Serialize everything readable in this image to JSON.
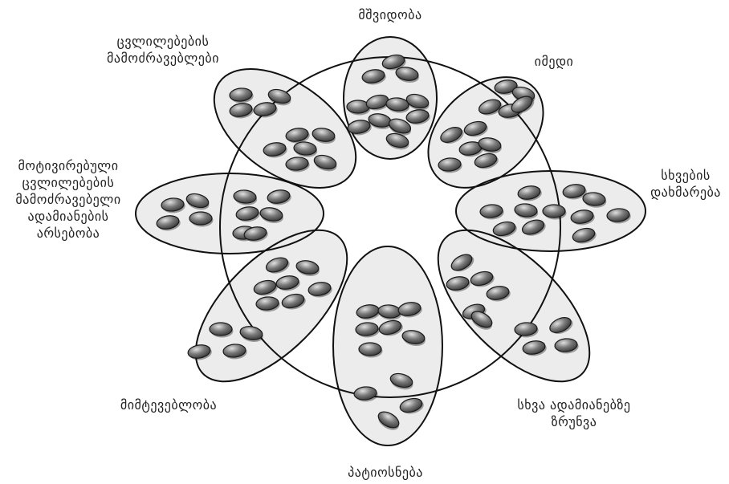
{
  "diagram": {
    "labels": {
      "peace": "მშვიდობა",
      "hope": "იმედი",
      "helping_others": [
        "სხვების",
        "დახმარება"
      ],
      "caring_for_others": [
        "სხვა ადამიანებზე",
        "ზრუნვა"
      ],
      "respect": "პატიოსნება",
      "tolerance": "მიმტევებლობა",
      "motivated_people": [
        "მოტივირებული",
        "ცვლილებების",
        "მამოძრავებელი",
        "ადამიანების",
        "არსებობა"
      ],
      "change_drivers": [
        "ცვლილებების",
        "მამოძრავებლები"
      ]
    },
    "colors": {
      "ellipse_fill": "#ececec",
      "outline": "#111111",
      "bean_dark": "#3a3a3a",
      "bean_light": "#d0d0d0"
    }
  }
}
